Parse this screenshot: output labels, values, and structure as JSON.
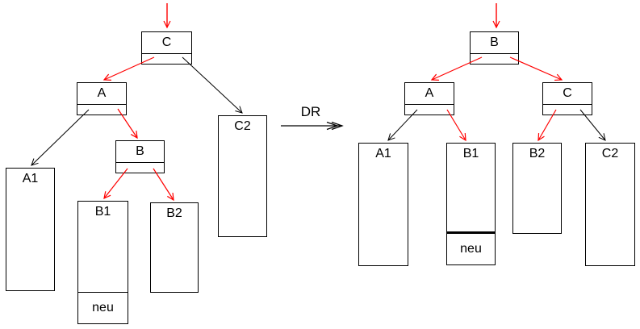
{
  "transform_label": "DR",
  "colors": {
    "rotation_edge": "#ff0000",
    "normal_edge": "#000000",
    "box_border": "#000000",
    "background": "#ffffff"
  },
  "left_tree": {
    "c": "C",
    "a": "A",
    "b": "B",
    "a1": "A1",
    "b1": "B1",
    "b2": "B2",
    "c2": "C2",
    "neu": "neu"
  },
  "right_tree": {
    "b": "B",
    "a": "A",
    "c": "C",
    "a1": "A1",
    "b1": "B1",
    "b2": "B2",
    "c2": "C2",
    "neu": "neu"
  }
}
